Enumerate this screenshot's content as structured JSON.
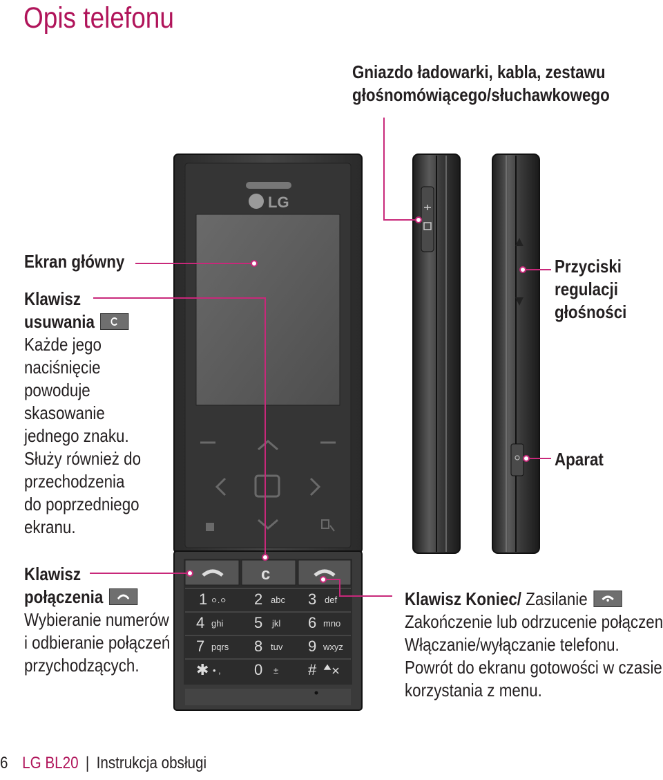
{
  "page": {
    "title": "Opis telefonu",
    "footer": {
      "page_number": "6",
      "model": "LG BL20",
      "separator": "|",
      "doc": "Instrukcja obsługi"
    }
  },
  "phone": {
    "brand": "LG",
    "keypad": {
      "top": [
        "c"
      ],
      "rows": [
        [
          "1",
          "ㅇ.ㅇ",
          "2",
          "abc",
          "3",
          "def"
        ],
        [
          "4",
          "ghi",
          "5",
          "jkl",
          "6",
          "mno"
        ],
        [
          "7",
          "pqrs",
          "8",
          "tuv",
          "9",
          "wxyz"
        ],
        [
          "✱",
          "• ,",
          "0",
          "±",
          "#",
          ""
        ]
      ]
    }
  },
  "labels": {
    "charger_jack": {
      "line1": "Gniazdo ładowarki, kabla, zestawu",
      "line2": "głośnomówiącego/słuchawkowego"
    },
    "main_screen": "Ekran główny",
    "delete_key": {
      "line1": "Klawisz",
      "line2": "usuwania",
      "desc": [
        "Każde jego",
        "naciśnięcie",
        "powoduje",
        "skasowanie",
        "jednego znaku.",
        "Służy również do",
        "przechodzenia",
        "do poprzedniego",
        "ekranu."
      ]
    },
    "call_key": {
      "line1": "Klawisz",
      "line2": "połączenia",
      "desc": [
        "Wybieranie numerów",
        "i odbieranie połączeń",
        "przychodzących."
      ]
    },
    "volume": [
      "Przyciski",
      "regulacji",
      "głośności"
    ],
    "camera": "Aparat",
    "end_key": {
      "bold": "Klawisz Koniec/",
      "normal": " Zasilanie",
      "desc": [
        "Zakończenie lub odrzucenie połączenia.",
        "Włączanie/wyłączanie telefonu.",
        "Powrót do ekranu gotowości w czasie",
        "korzystania z menu."
      ]
    }
  },
  "colors": {
    "accent": "#b0145a",
    "leader": "#c8287a",
    "phone_body": "#3a3a3a",
    "phone_screen": "#5c5c5c"
  }
}
